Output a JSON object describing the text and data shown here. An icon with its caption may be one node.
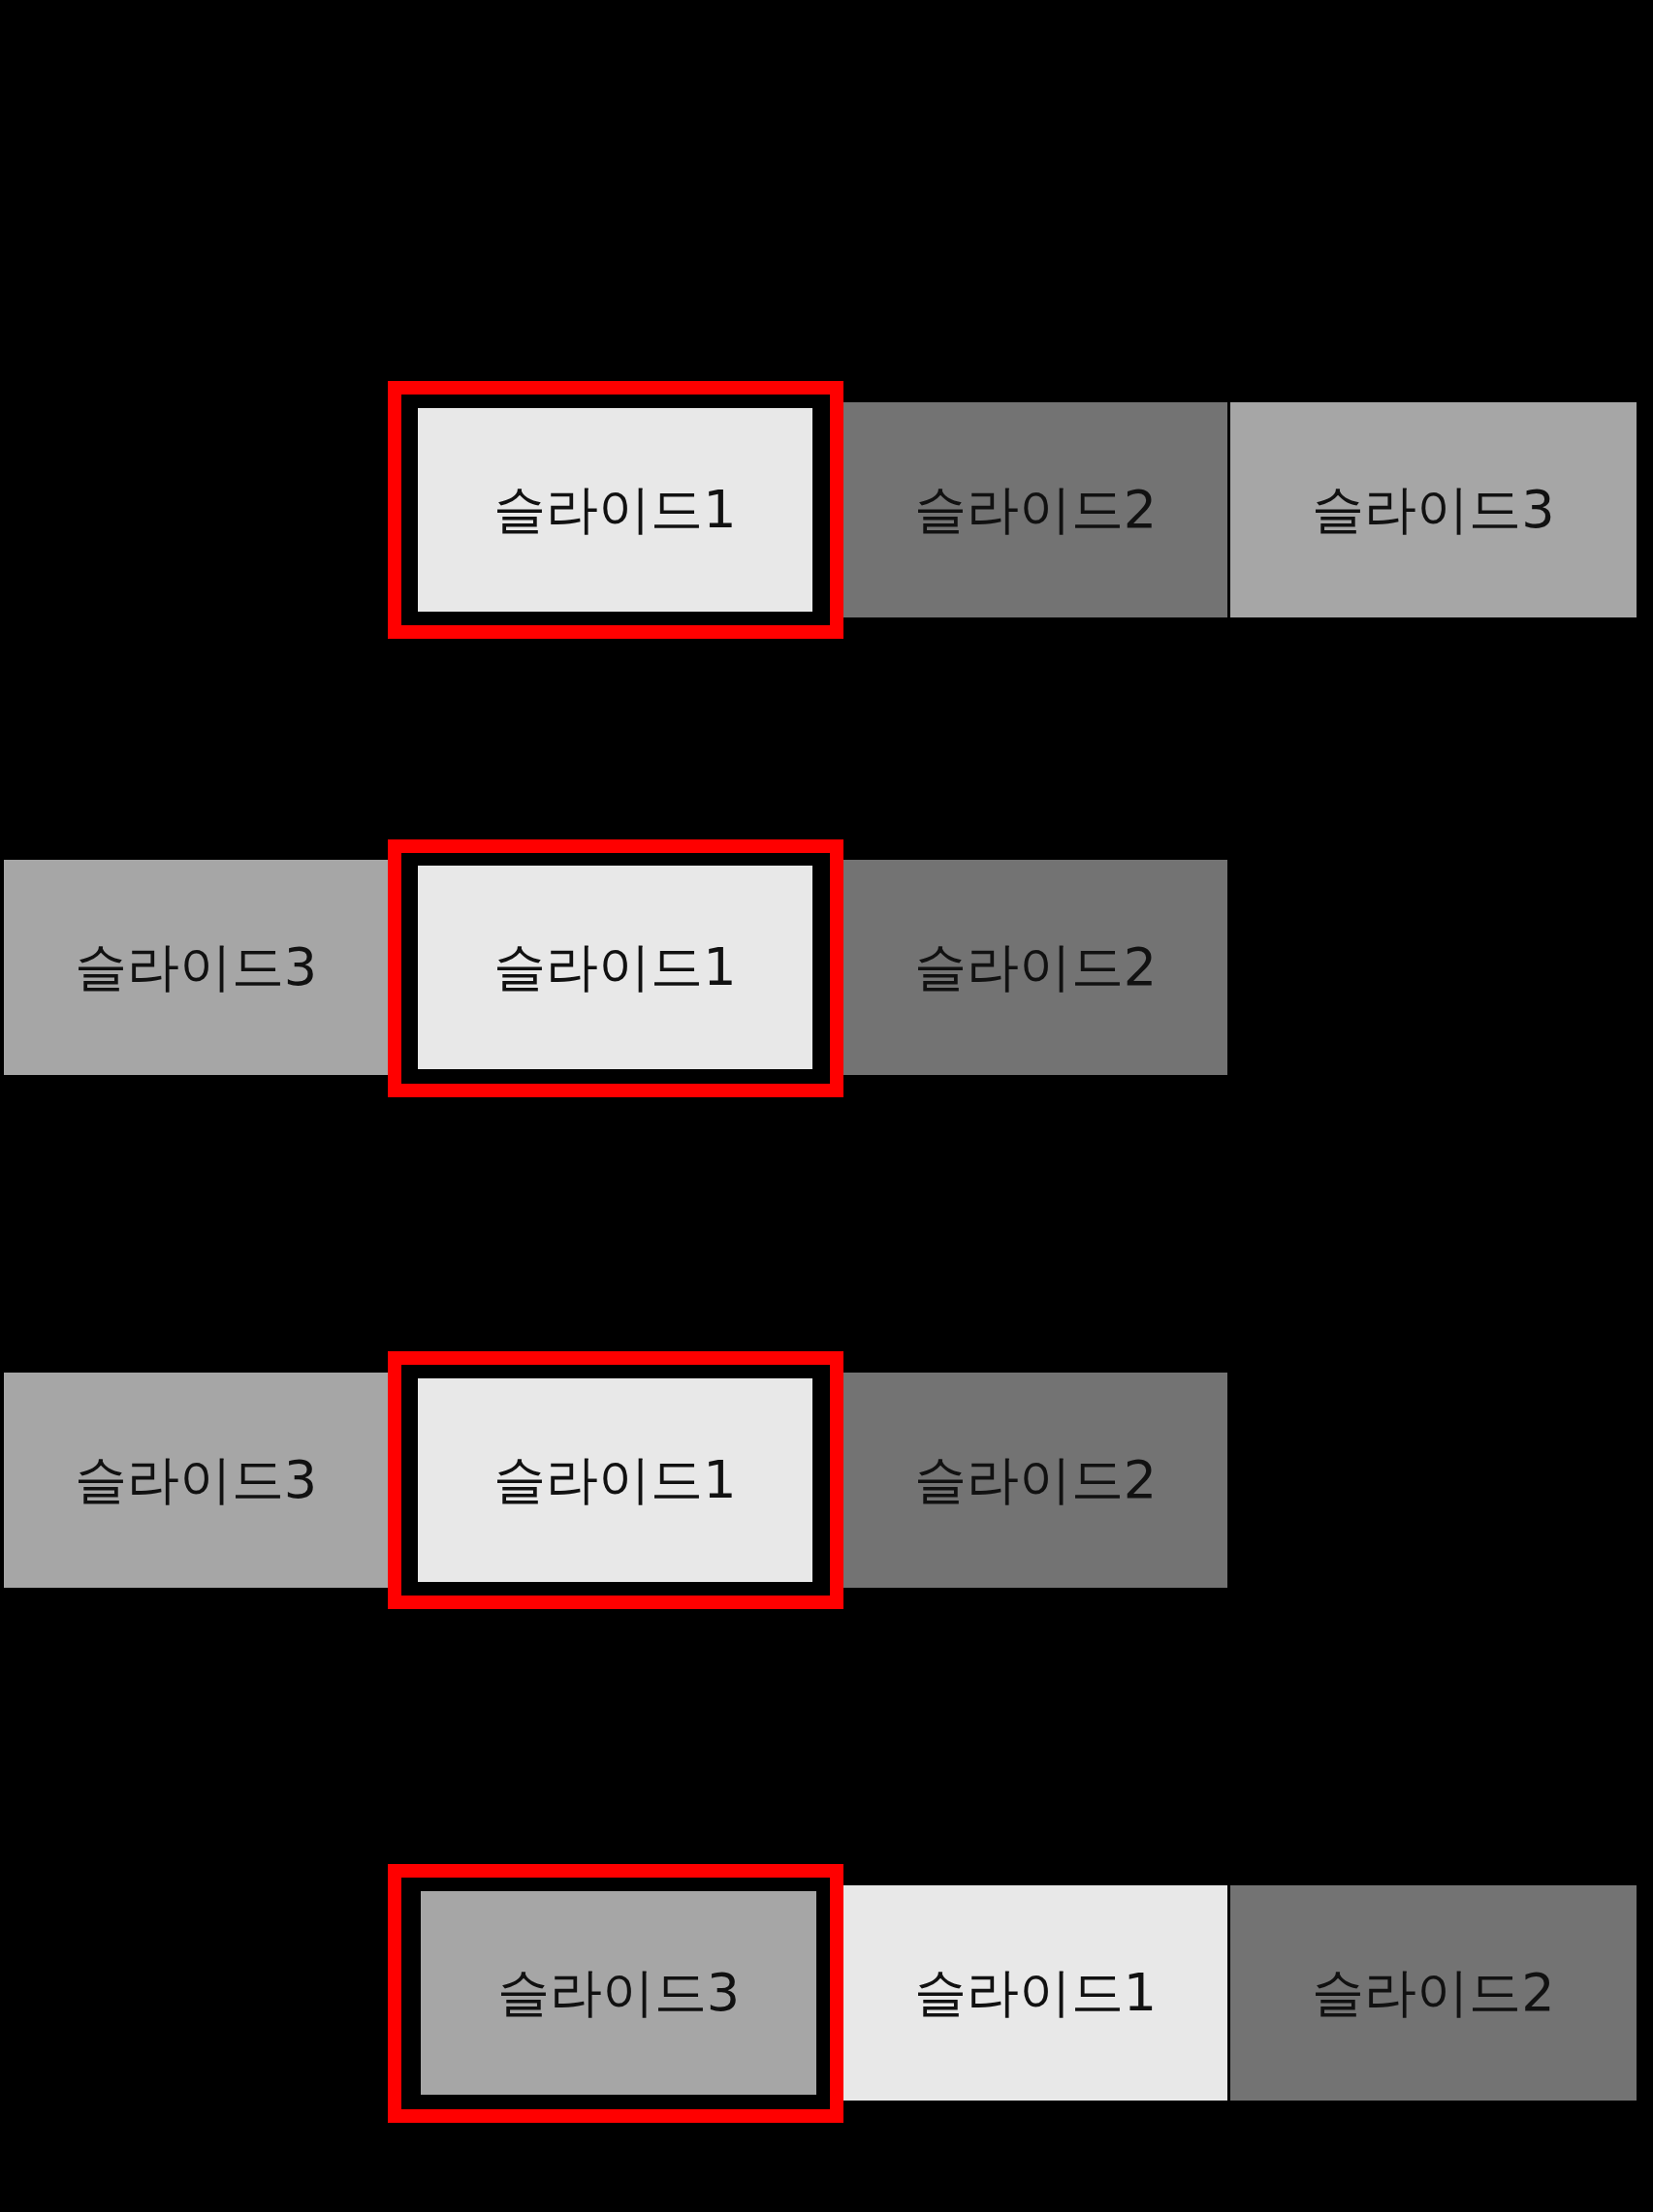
{
  "diagram": {
    "nodes": [
      {
        "text": [
          "슬라이드1"
        ]
      },
      {
        "text": [
          "슬라이드2"
        ]
      },
      {
        "text": [
          "슬라이드3"
        ]
      },
      {
        "text": [
          "슬라이드3"
        ]
      },
      {
        "text": [
          "슬라이드1"
        ]
      },
      {
        "text": [
          "슬라이드2"
        ]
      },
      {
        "text": [
          "슬라이드3"
        ]
      },
      {
        "text": [
          "슬라이드1"
        ]
      },
      {
        "text": [
          "슬라이드2"
        ]
      },
      {
        "text": [
          "슬라이드3"
        ]
      },
      {
        "text": [
          "슬라이드1"
        ]
      },
      {
        "text": [
          "슬라이드2"
        ]
      }
    ],
    "edges": []
  }
}
